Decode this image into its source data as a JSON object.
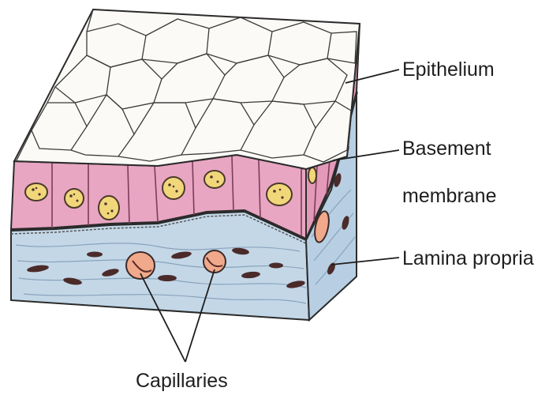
{
  "labels": {
    "epithelium": "Epithelium",
    "basement_line1": "Basement",
    "basement_line2": "membrane",
    "lamina_propria": "Lamina propria",
    "capillaries": "Capillaries"
  },
  "colors": {
    "epithelium_pink": "#e8a6c2",
    "lamina_blue": "#c3d7e7",
    "nucleus_yellow": "#f2d67a",
    "capillary_orange": "#f0a98a",
    "outline": "#2b2b2b"
  }
}
